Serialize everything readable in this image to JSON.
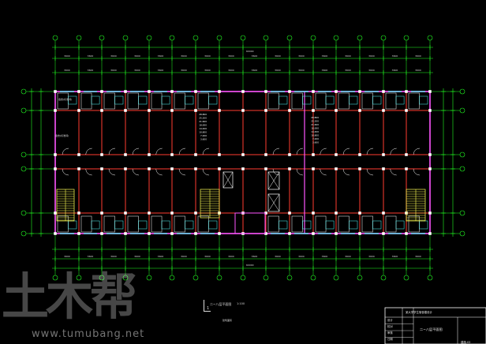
{
  "drawing": {
    "plan_title": "二~八层平面图",
    "plan_scale": "1:100",
    "plan_note": "建筑面积",
    "section_mark": "1",
    "total_dim": "60000",
    "bay_dims_top": [
      "3600",
      "3600",
      "3600",
      "3600",
      "3600",
      "3600",
      "3600",
      "3600",
      "3600",
      "3600",
      "3600",
      "3600",
      "3600",
      "3600",
      "3600",
      "3600"
    ],
    "bay_dims_bottom": [
      "3600",
      "3600",
      "3600",
      "3600",
      "3600",
      "3600",
      "3600",
      "3600",
      "3600",
      "3600",
      "3600",
      "3600",
      "3600",
      "3600",
      "3600",
      "3600"
    ],
    "room_label": "宿舍(标准间)",
    "elev_labels": [
      "28.800",
      "25.200",
      "21.600",
      "18.000",
      "14.400",
      "10.800",
      "7.200",
      "3.600"
    ],
    "colors": {
      "axis": "#22ff22",
      "wall": "#ff3b30",
      "outer_wall": "#ff55ff",
      "window": "#55ffff",
      "stairs": "#ffff55",
      "door": "#ffffff"
    }
  },
  "title_block": {
    "project": "某大学学生宿舍楼设计",
    "drawing_name": "二~八层平面图",
    "drawing_no": "建施-03",
    "row_labels": [
      "设计",
      "校对",
      "审核",
      "日期"
    ]
  },
  "watermark": {
    "brand": "土木帮",
    "url": "www.tumubang.net"
  }
}
